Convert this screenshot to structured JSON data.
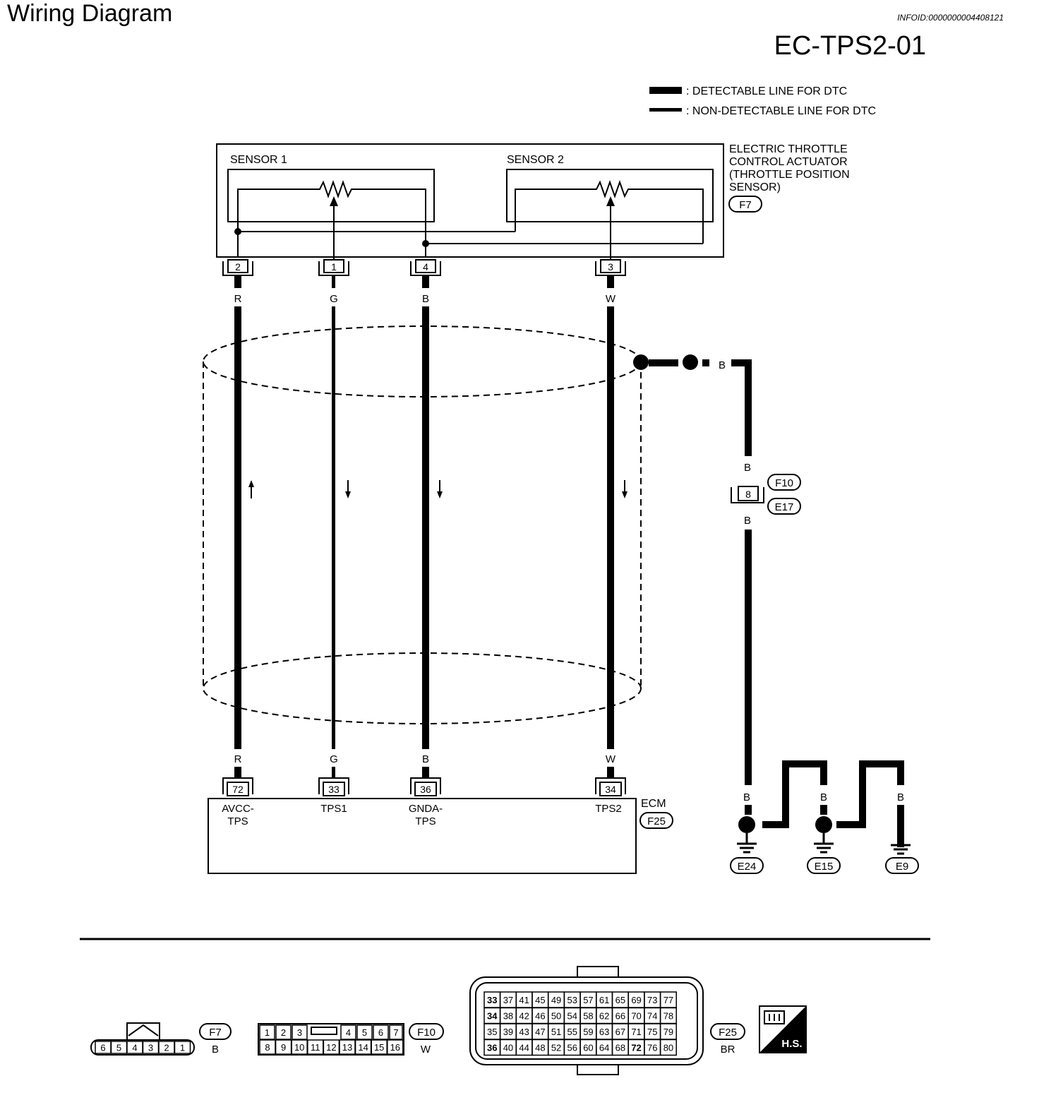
{
  "title": "Wiring Diagram",
  "info_id": "INFOID:0000000004408121",
  "diagram_code": "EC-TPS2-01",
  "legend": {
    "detectable": ": DETECTABLE LINE FOR DTC",
    "non_detectable": ": NON-DETECTABLE LINE FOR DTC"
  },
  "actuator": {
    "name_lines": [
      "ELECTRIC THROTTLE",
      "CONTROL ACTUATOR",
      "(THROTTLE POSITION",
      "SENSOR)"
    ],
    "connector": "F7",
    "sensor1": "SENSOR 1",
    "sensor2": "SENSOR 2",
    "pins": [
      "2",
      "1",
      "4",
      "3"
    ]
  },
  "wires": [
    {
      "color": "R",
      "sensor_pin": "2",
      "ecm_pin": "72",
      "ecm_label": [
        "AVCC-",
        "TPS"
      ],
      "arrow": "up",
      "detectable": true
    },
    {
      "color": "G",
      "sensor_pin": "1",
      "ecm_pin": "33",
      "ecm_label": [
        "TPS1"
      ],
      "arrow": "down",
      "detectable": false
    },
    {
      "color": "B",
      "sensor_pin": "4",
      "ecm_pin": "36",
      "ecm_label": [
        "GNDA-",
        "TPS"
      ],
      "arrow": "down",
      "detectable": true
    },
    {
      "color": "W",
      "sensor_pin": "3",
      "ecm_pin": "34",
      "ecm_label": [
        "TPS2"
      ],
      "arrow": "down",
      "detectable": true
    }
  ],
  "shield": {
    "wire_color": "B",
    "joint_connectors": [
      "F10",
      "E17"
    ],
    "joint_pin": "8",
    "ground_labels": [
      "B",
      "B",
      "B",
      "B",
      "B"
    ],
    "grounds": [
      "E24",
      "E15",
      "E9"
    ]
  },
  "ecm": {
    "name": "ECM",
    "connector": "F25"
  },
  "connector_views": {
    "f7": {
      "id": "F7",
      "color": "B",
      "pins": [
        "6",
        "5",
        "4",
        "3",
        "2",
        "1"
      ]
    },
    "f10": {
      "id": "F10",
      "color": "W",
      "top_row": [
        "1",
        "2",
        "3",
        "",
        "4",
        "5",
        "6",
        "7"
      ],
      "bottom_row": [
        "8",
        "9",
        "10",
        "11",
        "12",
        "13",
        "14",
        "15",
        "16"
      ]
    },
    "f25": {
      "id": "F25",
      "color": "BR",
      "rows": [
        [
          "33",
          "37",
          "41",
          "45",
          "49",
          "53",
          "57",
          "61",
          "65",
          "69",
          "73",
          "77"
        ],
        [
          "34",
          "38",
          "42",
          "46",
          "50",
          "54",
          "58",
          "62",
          "66",
          "70",
          "74",
          "78"
        ],
        [
          "35",
          "39",
          "43",
          "47",
          "51",
          "55",
          "59",
          "63",
          "67",
          "71",
          "75",
          "79"
        ],
        [
          "36",
          "40",
          "44",
          "48",
          "52",
          "56",
          "60",
          "64",
          "68",
          "72",
          "76",
          "80"
        ]
      ]
    },
    "harness_symbol": "H.S."
  }
}
